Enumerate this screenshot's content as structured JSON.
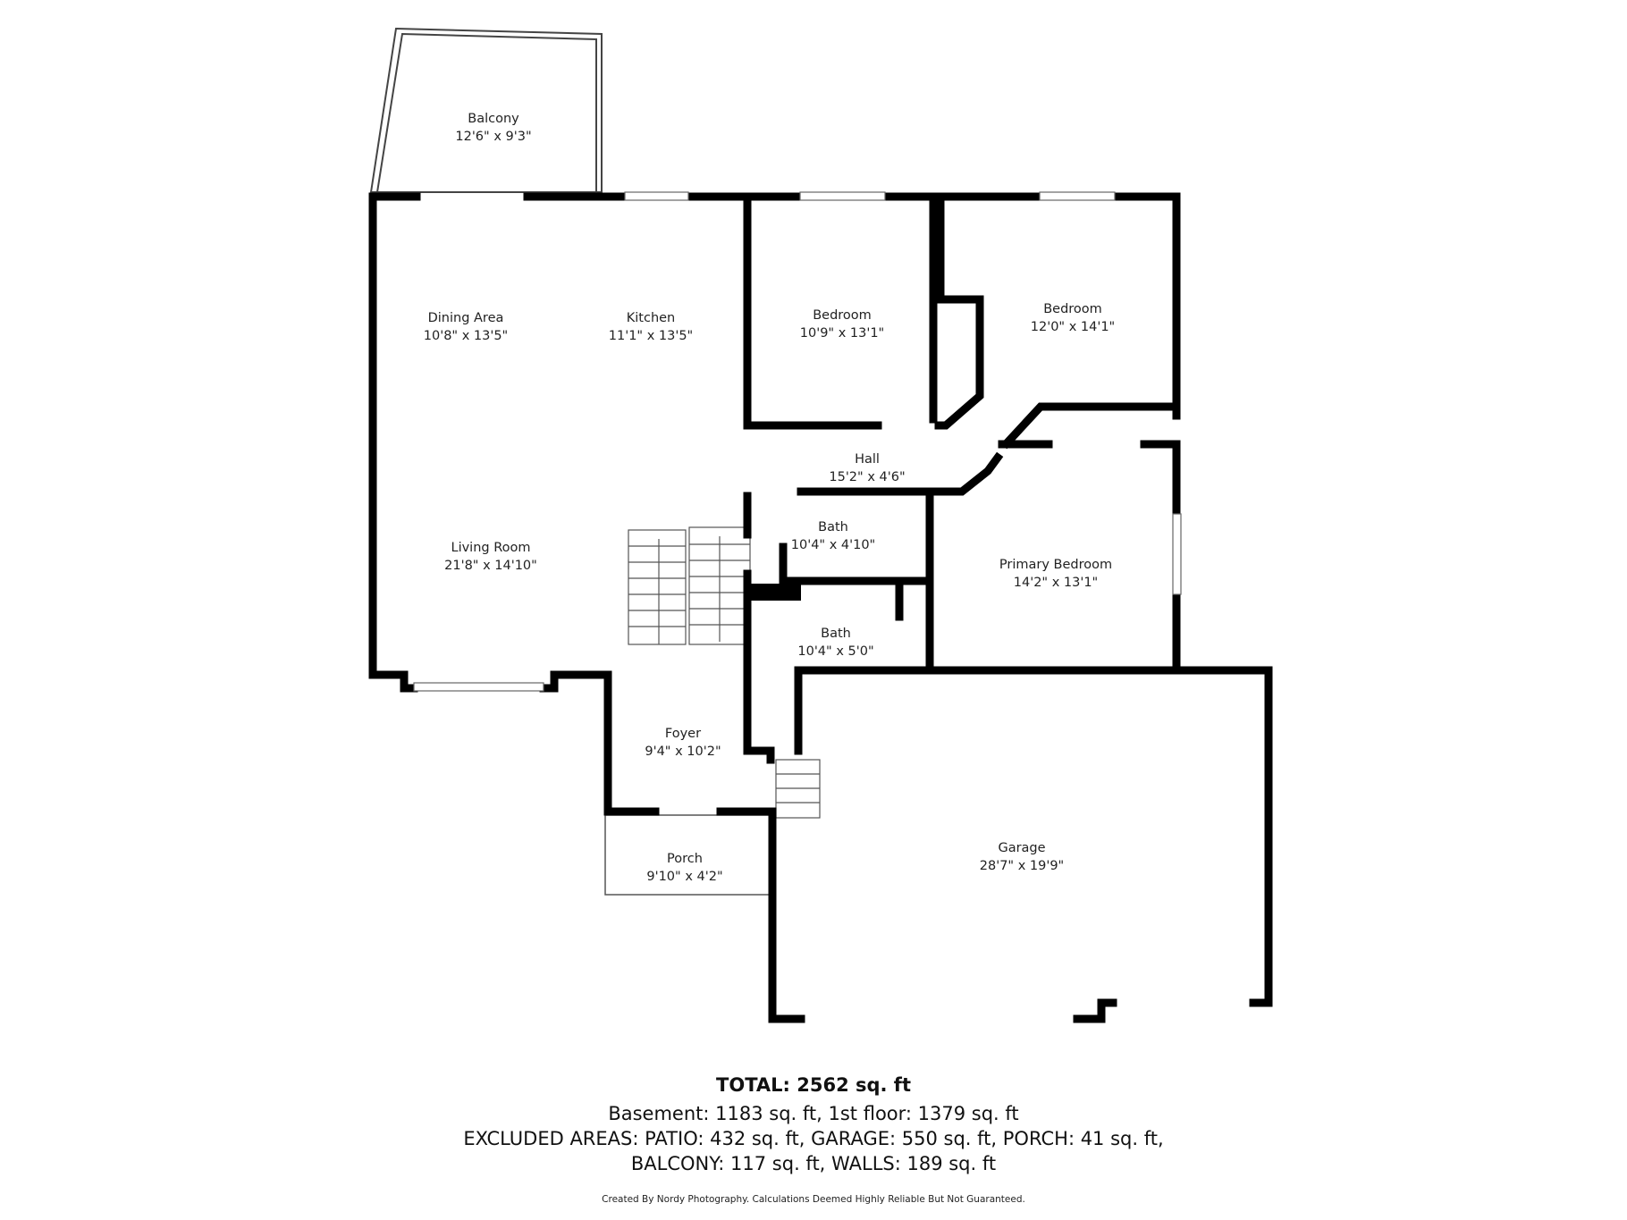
{
  "rooms": {
    "balcony": {
      "name": "Balcony",
      "dims": "12'6\" x 9'3\""
    },
    "dining": {
      "name": "Dining Area",
      "dims": "10'8\" x 13'5\""
    },
    "kitchen": {
      "name": "Kitchen",
      "dims": "11'1\" x 13'5\""
    },
    "bedroom1": {
      "name": "Bedroom",
      "dims": "10'9\" x 13'1\""
    },
    "bedroom2": {
      "name": "Bedroom",
      "dims": "12'0\" x 14'1\""
    },
    "hall": {
      "name": "Hall",
      "dims": "15'2\" x 4'6\""
    },
    "bath1": {
      "name": "Bath",
      "dims": "10'4\" x 4'10\""
    },
    "living": {
      "name": "Living Room",
      "dims": "21'8\" x 14'10\""
    },
    "primary": {
      "name": "Primary Bedroom",
      "dims": "14'2\" x 13'1\""
    },
    "bath2": {
      "name": "Bath",
      "dims": "10'4\" x 5'0\""
    },
    "foyer": {
      "name": "Foyer",
      "dims": "9'4\" x 10'2\""
    },
    "porch": {
      "name": "Porch",
      "dims": "9'10\" x 4'2\""
    },
    "garage": {
      "name": "Garage",
      "dims": "28'7\" x 19'9\""
    }
  },
  "summary": {
    "total": "TOTAL: 2562 sq. ft",
    "line1": "Basement: 1183 sq. ft, 1st floor: 1379 sq. ft",
    "line2": "EXCLUDED AREAS: PATIO: 432 sq. ft, GARAGE: 550 sq. ft, PORCH: 41 sq. ft,",
    "line3": "BALCONY: 117 sq. ft, WALLS: 189 sq. ft",
    "credit": "Created By Nordy Photography. Calculations Deemed Highly Reliable But Not Guaranteed."
  }
}
